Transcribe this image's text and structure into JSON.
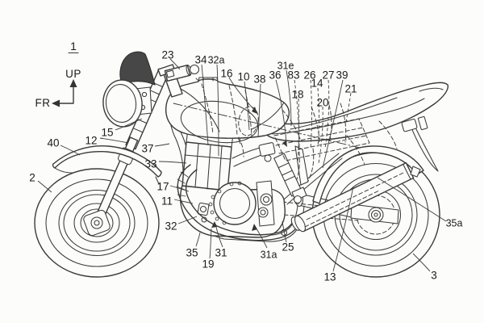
{
  "figure": {
    "number": "1",
    "orientation": {
      "up": "UP",
      "front": "FR"
    }
  },
  "colors": {
    "background": "#fcfcfa",
    "ink": "#3a3a3a",
    "label_ink": "#1c1c1c",
    "windscreen_fill": "#474747"
  },
  "reference_labels": [
    {
      "text": "23"
    },
    {
      "text": "34"
    },
    {
      "text": "32a"
    },
    {
      "text": "16"
    },
    {
      "text": "10"
    },
    {
      "text": "38"
    },
    {
      "text": "36"
    },
    {
      "text": "31e"
    },
    {
      "text": "83"
    },
    {
      "text": "26"
    },
    {
      "text": "14"
    },
    {
      "text": "27"
    },
    {
      "text": "39"
    },
    {
      "text": "21"
    },
    {
      "text": "18"
    },
    {
      "text": "20"
    },
    {
      "text": "15"
    },
    {
      "text": "12"
    },
    {
      "text": "40"
    },
    {
      "text": "37"
    },
    {
      "text": "33"
    },
    {
      "text": "2"
    },
    {
      "text": "17"
    },
    {
      "text": "11"
    },
    {
      "text": "32"
    },
    {
      "text": "35"
    },
    {
      "text": "19"
    },
    {
      "text": "31"
    },
    {
      "text": "31a"
    },
    {
      "text": "25"
    },
    {
      "text": "13"
    },
    {
      "text": "35a"
    },
    {
      "text": "3"
    }
  ]
}
